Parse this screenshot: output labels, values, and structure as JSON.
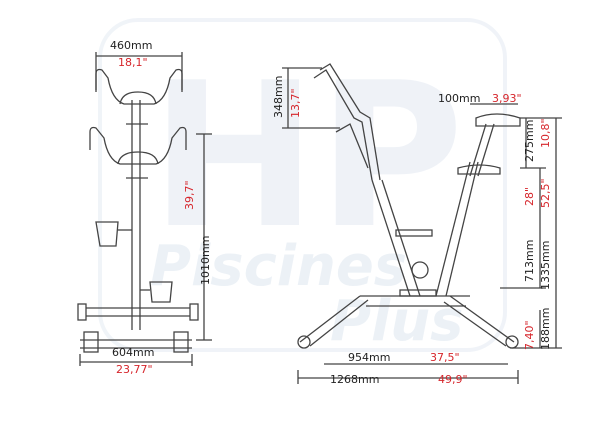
{
  "palette": {
    "ink": "#222222",
    "accent": "#d6252b",
    "frame": "#555555",
    "watermark": "#d9e3ef"
  },
  "watermark": {
    "line1": "HP",
    "line2": "Piscines",
    "line3": "Plus"
  },
  "front_view": {
    "width_mm": "460mm",
    "width_in": "18,1\"",
    "height_mm": "1010mm",
    "height_in": "39,7\"",
    "base_mm": "604mm",
    "base_in": "23,77\""
  },
  "side_view": {
    "handle_mm": "348mm",
    "handle_in": "13,7\"",
    "saddle_offset_mm": "100mm",
    "saddle_offset_in": "3,93\"",
    "saddle_adjust_mm": "275mm",
    "saddle_adjust_in": "10,8\"",
    "saddle_height_mm": "713mm",
    "saddle_height_in": "28\"",
    "total_height_mm": "1335mm",
    "total_height_in": "52,5\"",
    "foot_height_mm": "188mm",
    "foot_height_in": "7,40\"",
    "wheelbase_mm": "954mm",
    "wheelbase_in": "37,5\"",
    "length_mm": "1268mm",
    "length_in": "49,9\""
  }
}
